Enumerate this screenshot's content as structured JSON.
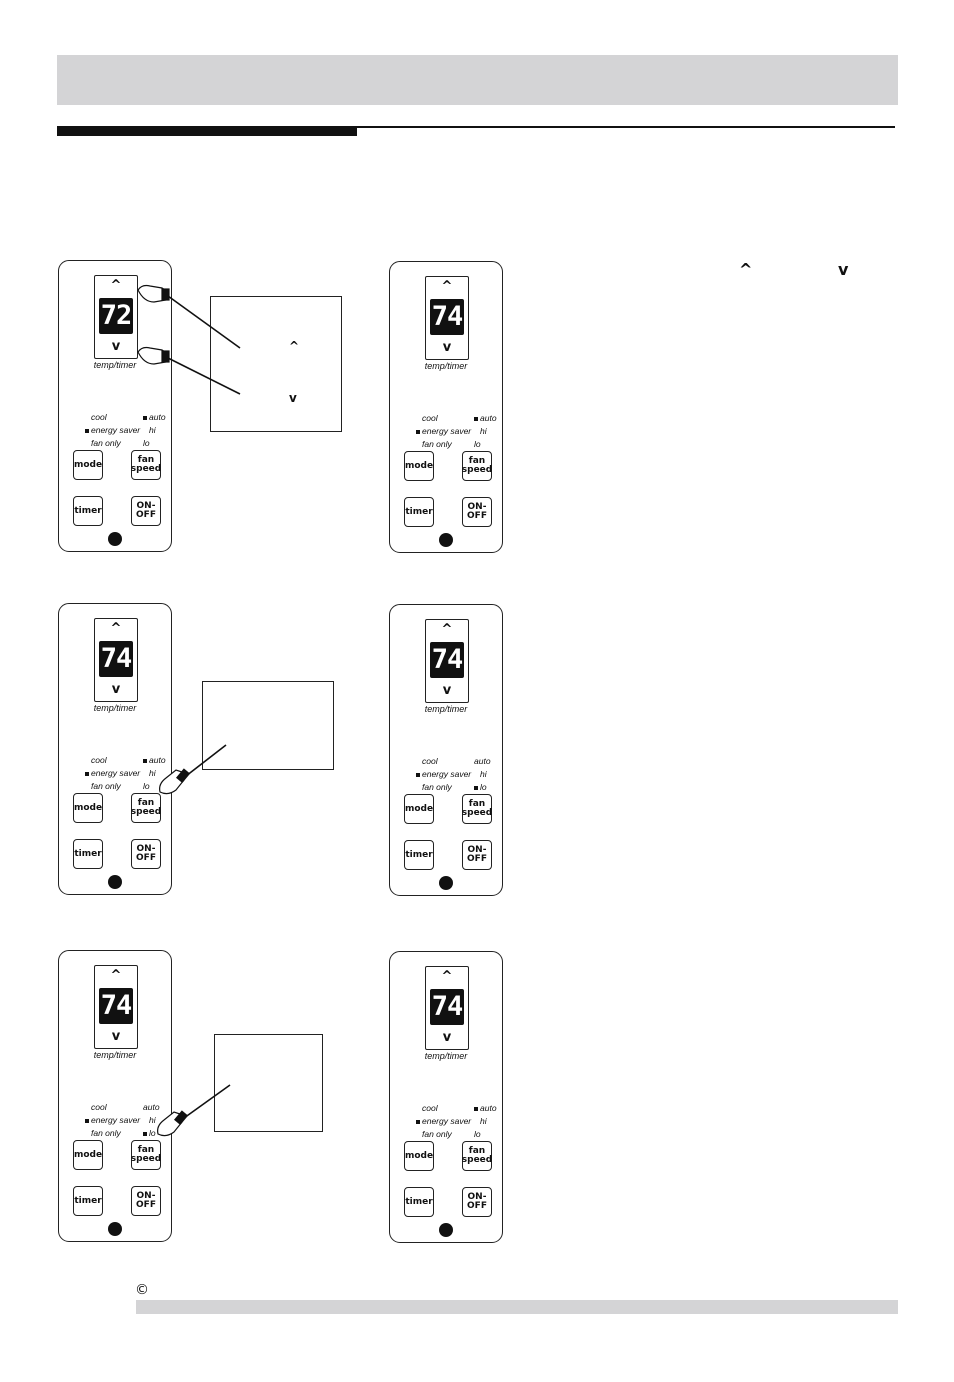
{
  "remotes": [
    {
      "id": "r1",
      "display": "72",
      "up": "^",
      "down": "v",
      "temp_timer": "temp/timer",
      "cool": "cool",
      "energy_saver": "energy saver",
      "fan_only": "fan only",
      "auto": "auto",
      "hi": "hi",
      "lo": "lo",
      "mode": "mode",
      "fan_speed_1": "fan",
      "fan_speed_2": "speed",
      "timer": "timer",
      "onoff_1": "ON-",
      "onoff_2": "OFF",
      "indicators": {
        "energy_saver": true,
        "auto": true,
        "lo": false
      }
    },
    {
      "id": "r2",
      "display": "74",
      "up": "^",
      "down": "v",
      "temp_timer": "temp/timer",
      "cool": "cool",
      "energy_saver": "energy saver",
      "fan_only": "fan only",
      "auto": "auto",
      "hi": "hi",
      "lo": "lo",
      "mode": "mode",
      "fan_speed_1": "fan",
      "fan_speed_2": "speed",
      "timer": "timer",
      "onoff_1": "ON-",
      "onoff_2": "OFF",
      "indicators": {
        "energy_saver": true,
        "auto": true,
        "lo": false
      }
    },
    {
      "id": "r3",
      "display": "74",
      "up": "^",
      "down": "v",
      "temp_timer": "temp/timer",
      "cool": "cool",
      "energy_saver": "energy saver",
      "fan_only": "fan only",
      "auto": "auto",
      "hi": "hi",
      "lo": "lo",
      "mode": "mode",
      "fan_speed_1": "fan",
      "fan_speed_2": "speed",
      "timer": "timer",
      "onoff_1": "ON-",
      "onoff_2": "OFF",
      "indicators": {
        "energy_saver": true,
        "auto": true,
        "lo": false
      }
    },
    {
      "id": "r4",
      "display": "74",
      "up": "^",
      "down": "v",
      "temp_timer": "temp/timer",
      "cool": "cool",
      "energy_saver": "energy saver",
      "fan_only": "fan only",
      "auto": "auto",
      "hi": "hi",
      "lo": "lo",
      "mode": "mode",
      "fan_speed_1": "fan",
      "fan_speed_2": "speed",
      "timer": "timer",
      "onoff_1": "ON-",
      "onoff_2": "OFF",
      "indicators": {
        "energy_saver": true,
        "auto": false,
        "lo": true
      }
    },
    {
      "id": "r5",
      "display": "74",
      "up": "^",
      "down": "v",
      "temp_timer": "temp/timer",
      "cool": "cool",
      "energy_saver": "energy saver",
      "fan_only": "fan only",
      "auto": "auto",
      "hi": "hi",
      "lo": "lo",
      "mode": "mode",
      "fan_speed_1": "fan",
      "fan_speed_2": "speed",
      "timer": "timer",
      "onoff_1": "ON-",
      "onoff_2": "OFF",
      "indicators": {
        "energy_saver": true,
        "auto": false,
        "lo": true
      }
    },
    {
      "id": "r6",
      "display": "74",
      "up": "^",
      "down": "v",
      "temp_timer": "temp/timer",
      "cool": "cool",
      "energy_saver": "energy saver",
      "fan_only": "fan only",
      "auto": "auto",
      "hi": "hi",
      "lo": "lo",
      "mode": "mode",
      "fan_speed_1": "fan",
      "fan_speed_2": "speed",
      "timer": "timer",
      "onoff_1": "ON-",
      "onoff_2": "OFF",
      "indicators": {
        "energy_saver": true,
        "auto": true,
        "lo": false
      }
    }
  ],
  "callout1": {
    "up": "^",
    "down": "v"
  },
  "instruction_chevrons": {
    "up": "^",
    "down": "v"
  },
  "copyright": "©"
}
